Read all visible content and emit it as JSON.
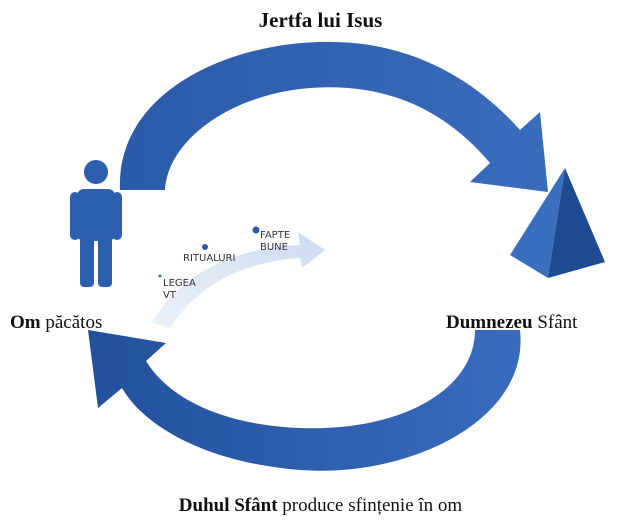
{
  "labels": {
    "top": "Jertfa lui Isus",
    "left_bold": "Om",
    "left_rest": "păcătos",
    "right_bold": "Dumnezeu",
    "right_rest": "Sfânt",
    "bottom_bold": "Duhul  Sfânt",
    "bottom_rest": "produce sfințenie în om"
  },
  "steps": [
    {
      "line1": "LEGEA",
      "line2": "VT"
    },
    {
      "line1": "RITUALURI"
    },
    {
      "line1": "FAPTE",
      "line2": "BUNE"
    }
  ],
  "colors": {
    "arrow": "#2b5ba8",
    "arrow_dark": "#1f4c94",
    "person": "#2c5fae",
    "pyramid_light": "#3a6fc0",
    "pyramid_dark": "#1e4a92",
    "faint_arrow": "#d9e4f2"
  },
  "icons": [
    "person-icon",
    "pyramid-icon"
  ]
}
